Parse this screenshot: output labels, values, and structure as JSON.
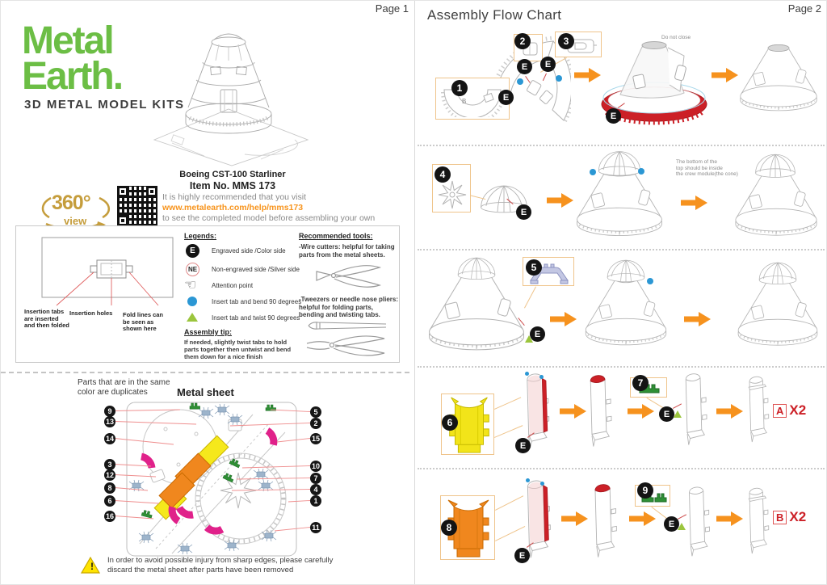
{
  "colors": {
    "brand_green": "#6cbe45",
    "accent_orange": "#f6921e",
    "url_orange": "#f7941d",
    "red_part": "#cc2027",
    "magenta_part": "#e0218a",
    "yellow_part": "#f2e419",
    "orange_part": "#f0871e",
    "steel_part": "#8ba3bd",
    "green_part": "#2f8f35",
    "gold": "#c59d3c"
  },
  "icons": {
    "attention_hand": "☜",
    "warning_mark": "!"
  },
  "page1": {
    "page_label": "Page 1",
    "logo": {
      "line1": "Metal",
      "line2": "Earth.",
      "tagline": "3D METAL MODEL KITS"
    },
    "product": {
      "title": "Boeing  CST-100  Starliner",
      "item_no": "Item  No.  MMS 173"
    },
    "badge_360": {
      "value": "360°",
      "label": "view"
    },
    "recommendation": {
      "line1": "It is highly recommended that you visit",
      "url": "www.metalearth.com/help/mms173",
      "line2": "to see the completed model before assembling your own"
    },
    "fold_diagram": {
      "label_tabs": "Insertion tabs\nare inserted\nand then folded",
      "label_holes": "Insertion holes",
      "label_folds": "Fold lines can\nbe seen as\nshown here"
    },
    "legends": {
      "title": "Legends:",
      "badge_e": "E",
      "badge_ne": "NE",
      "engraved": "Engraved side /Color side",
      "non_engraved": "Non-engraved side /Silver side",
      "attention": "Attention point",
      "bend": "Insert tab and bend 90 degrees",
      "twist": "Insert tab and twist 90 degrees"
    },
    "assembly_tip": {
      "title": "Assembly tip:",
      "text": "If needed, slightly twist tabs to hold\nparts together then untwist and bend\nthem down for a nice finish"
    },
    "tools": {
      "title": "Recommended tools:",
      "wire_cutters": "-Wire cutters: helpful for taking\n parts from the metal sheets.",
      "tweezers": "-Tweezers or needle nose pliers:\n helpful for folding parts,\n bending and twisting tabs."
    },
    "metal_sheet": {
      "note": "Parts that are in the same\ncolor are duplicates",
      "title": "Metal sheet",
      "left_numbers": [
        "9",
        "13",
        "14",
        "3",
        "12",
        "8",
        "6",
        "16"
      ],
      "right_numbers": [
        "5",
        "2",
        "15",
        "10",
        "7",
        "4",
        "1",
        "11"
      ]
    },
    "warning": {
      "line1": "In order to avoid possible injury from sharp edges, please carefully",
      "line2": "discard the metal sheet  after parts have been removed"
    }
  },
  "page2": {
    "page_label": "Page 2",
    "title": "Assembly Flow Chart",
    "engraved_badge": "E",
    "part_b_mark": "B",
    "steps": [
      "1",
      "2",
      "3",
      "4",
      "5",
      "6",
      "7",
      "8",
      "9"
    ],
    "notes": {
      "do_not_close": "Do not close",
      "fit": "The bottom of the\ntop should be  inside\nthe crew  module(the cone)"
    },
    "duplicates": {
      "a_letter": "A",
      "a_count": "X2",
      "b_letter": "B",
      "b_count": "X2"
    }
  }
}
